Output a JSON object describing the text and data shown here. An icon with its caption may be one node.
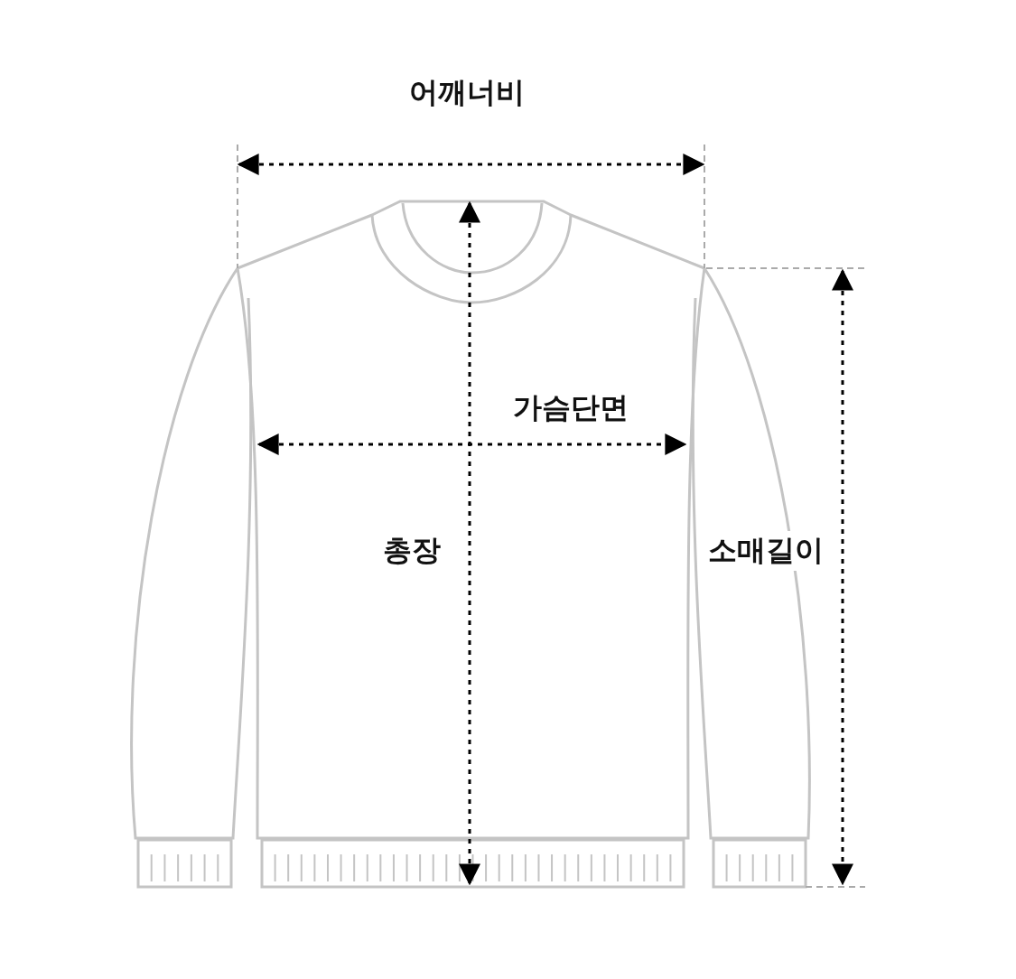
{
  "diagram": {
    "labels": [
      "어깨너비",
      "가슴단면",
      "총장",
      "소매길이"
    ]
  }
}
